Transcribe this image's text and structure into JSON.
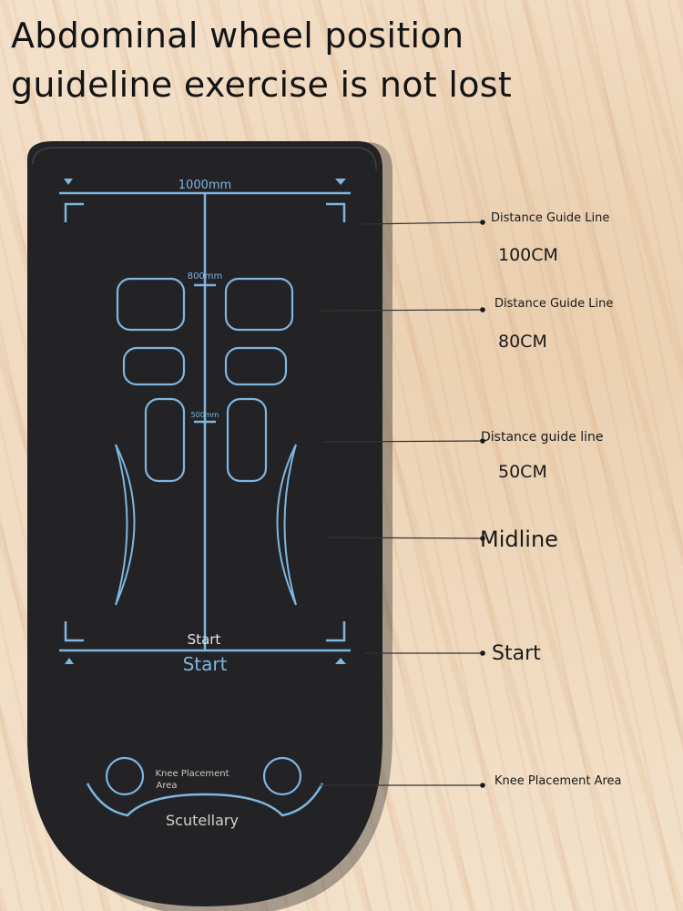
{
  "headline": {
    "line1": "Abdominal wheel position",
    "line2": "guideline exercise is not lost"
  },
  "board": {
    "top_mark": "1000mm",
    "mark_800": "800mm",
    "mark_500": "500mm",
    "start_small": "Start",
    "start_large": "Start",
    "knee_area": "Knee Placement",
    "knee_area_2": "Area",
    "knee_label": "Scutellary"
  },
  "callouts": {
    "guide_100_title": "Distance Guide Line",
    "guide_100_value": "100CM",
    "guide_80_title": "Distance Guide Line",
    "guide_80_value": "80CM",
    "guide_50_title": "Distance guide line",
    "guide_50_value": "50CM",
    "midline": "Midline",
    "start": "Start",
    "knee": "Knee Placement Area"
  },
  "colors": {
    "board": "#232326",
    "guide_blue": "#7eb6e0",
    "text_dark": "#1a1a1a"
  }
}
